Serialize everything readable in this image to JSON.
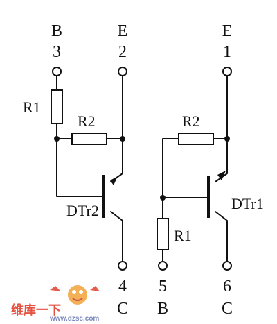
{
  "left_circuit": {
    "pins": [
      {
        "letter": "B",
        "number": "3"
      },
      {
        "letter": "E",
        "number": "2"
      },
      {
        "letter": "C",
        "number": "4"
      }
    ],
    "resistors": [
      "R1",
      "R2"
    ],
    "transistor": "DTr2"
  },
  "right_circuit": {
    "pins": [
      {
        "letter": "E",
        "number": "1"
      },
      {
        "letter": "B",
        "number": "5"
      },
      {
        "letter": "C",
        "number": "6"
      }
    ],
    "resistors": [
      "R2",
      "R1"
    ],
    "transistor": "DTr1"
  },
  "watermark": {
    "chinese": "维库一下",
    "url": "www.dzsc.com"
  },
  "colors": {
    "ink": "#111111",
    "watermark_red": "#e2402d",
    "watermark_blue": "#6b7bb5",
    "watermark_orange": "#f3a33a"
  }
}
